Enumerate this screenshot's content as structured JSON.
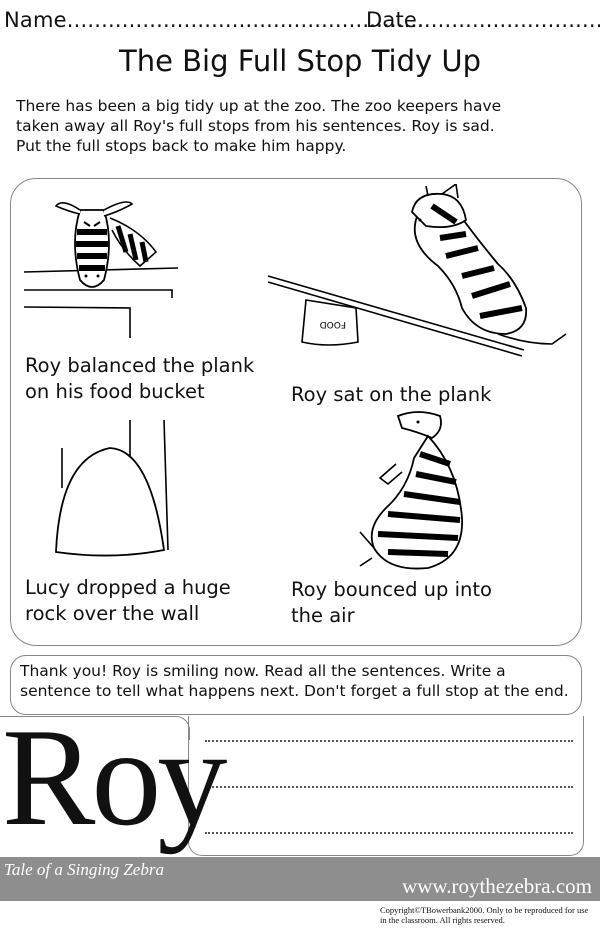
{
  "header": {
    "name_label": "Name....................................................",
    "date_label": "Date..........................."
  },
  "title": "The Big Full Stop Tidy Up",
  "intro": [
    "There has been a big tidy up at the zoo. The zoo keepers have",
    "taken away all Roy's full stops from his sentences. Roy is sad.",
    "Put the full stops back to make him happy."
  ],
  "pictures": [
    {
      "lines": [
        "Roy balanced the plank",
        "on his food bucket"
      ],
      "icon": "zebra-peeking-over-wall-icon"
    },
    {
      "lines": [
        "Roy sat on the plank"
      ],
      "icon": "zebra-sitting-on-plank-icon"
    },
    {
      "lines": [
        "Lucy dropped a huge",
        "rock over the wall"
      ],
      "icon": "falling-rock-icon"
    },
    {
      "lines": [
        "Roy bounced up into",
        "the air"
      ],
      "icon": "zebra-flying-icon"
    }
  ],
  "bucket_label": "FOOD",
  "task": [
    "Thank you! Roy is smiling now. Read all the sentences. Write a",
    "sentence to tell what happens next. Don't forget a full stop at the end."
  ],
  "footer": {
    "logo": "Roy",
    "tagline": "Tale of a Singing Zebra",
    "website": "www.roythezebra.com",
    "copyright": "Copyright©TBowerbank2000. Only to be reproduced for use in the classroom. All rights reserved."
  }
}
